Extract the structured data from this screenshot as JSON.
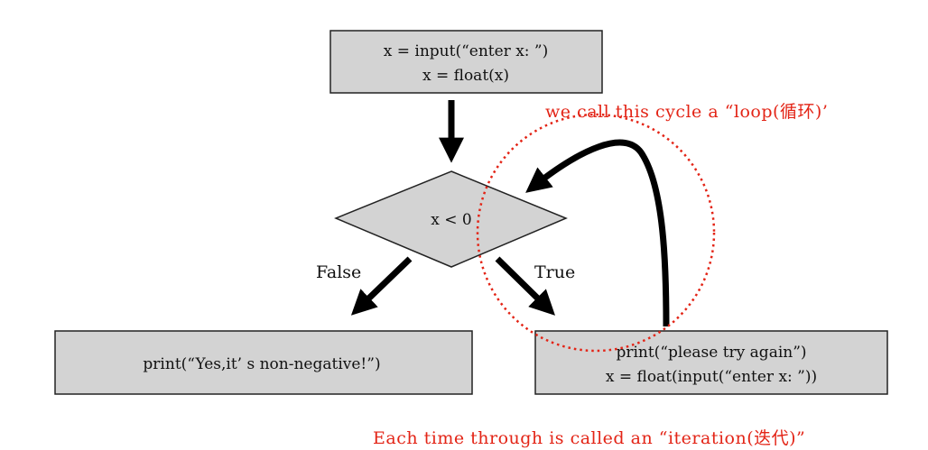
{
  "colors": {
    "box_fill": "#d3d3d3",
    "box_stroke": "#222222",
    "arrow": "#000000",
    "annotation": "#e32416"
  },
  "input_box": {
    "line1": "x = input(“enter x: ”)",
    "line2": "x = float(x)"
  },
  "decision": {
    "condition": "x < 0"
  },
  "branches": {
    "false_label": "False",
    "true_label": "True"
  },
  "false_box": {
    "text": "print(“Yes,it’ s non-negative!”)"
  },
  "true_box": {
    "line1": "print(“please try again”)",
    "line2": "x = float(input(“enter x: ”))"
  },
  "annotations": {
    "loop_note": "we call this cycle a “loop(循环)’",
    "iteration_note": "Each time through is called an “iteration(迭代)”"
  }
}
